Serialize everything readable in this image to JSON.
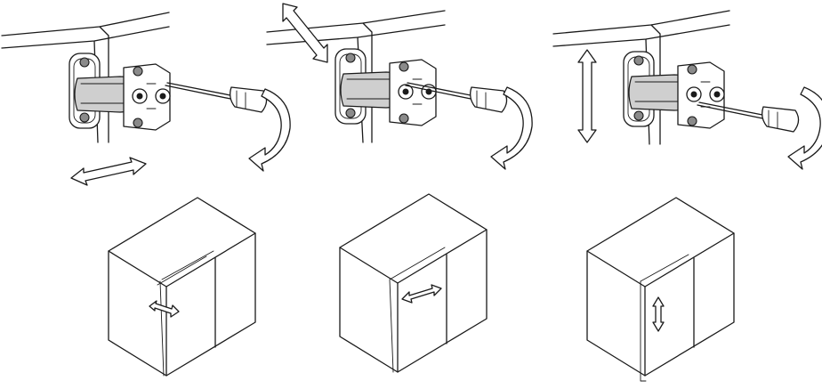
{
  "figure": {
    "panels": [
      {
        "id": "side-adjustment",
        "direction": "horizontal"
      },
      {
        "id": "depth-adjustment",
        "direction": "diagonal"
      },
      {
        "id": "height-adjustment",
        "direction": "vertical"
      }
    ],
    "colors": {
      "line": "#1a1a1a",
      "hinge_shade": "#cfcfcf",
      "background": "#ffffff"
    },
    "icons": [
      "hinge-icon",
      "screwdriver-icon",
      "rotation-arrow-icon",
      "double-arrow-icon",
      "cabinet-icon"
    ]
  }
}
